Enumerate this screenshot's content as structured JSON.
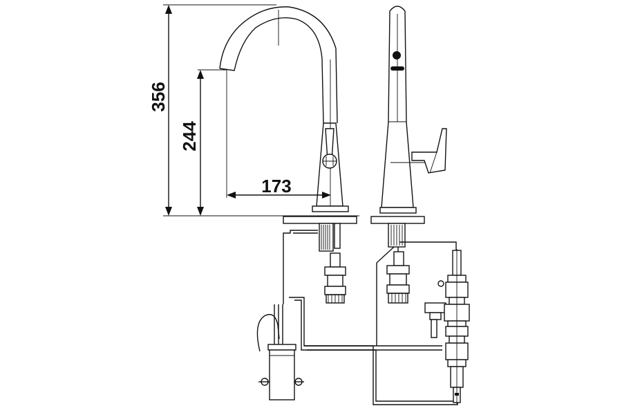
{
  "drawing": {
    "dimensions": {
      "total_height": "356",
      "spout_height": "244",
      "spout_reach": "173"
    }
  }
}
